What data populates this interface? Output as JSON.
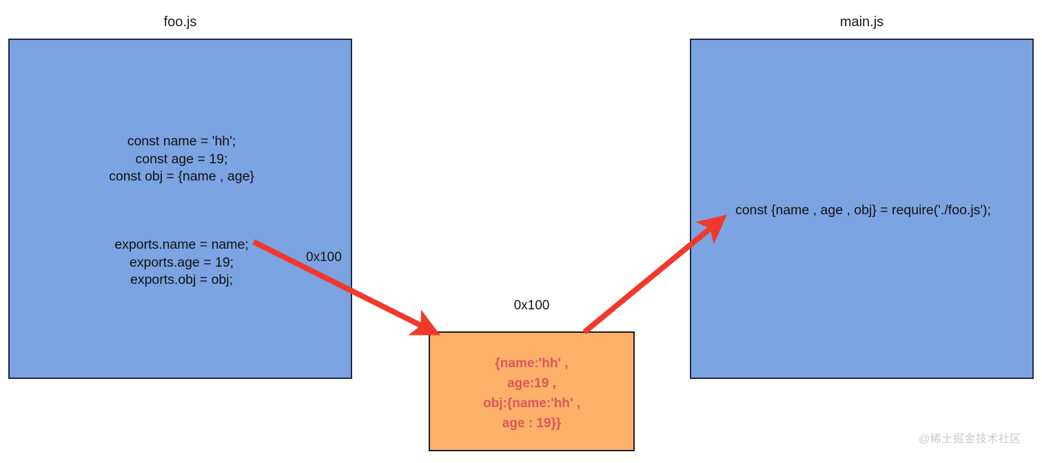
{
  "diagram": {
    "title_left": "foo.js",
    "title_right": "main.js",
    "modules": [
      {
        "name": "foo.js",
        "code_top": "const name = 'hh';\nconst age = 19;\nconst obj = {name , age}",
        "code_bottom": "exports.name = name;\nexports.age = 19;\nexports.obj = obj;"
      },
      {
        "name": "main.js",
        "code": "const {name , age , obj} = require('./foo.js');"
      }
    ],
    "memory": {
      "address_label_top": "0x100",
      "address_label_arrow": "0x100",
      "contents": "{name:'hh' ,\nage:19 ,\nobj:{name:'hh' ,\nage : 19}}"
    },
    "arrows": [
      {
        "id": "exports-to-memory",
        "from": "foo.js exports",
        "to": "memory block"
      },
      {
        "id": "memory-to-require",
        "from": "memory block",
        "to": "main.js require"
      }
    ],
    "watermark": "@稀土掘金技术社区",
    "colors": {
      "module_fill": "#7CA3E2",
      "module_border": "#1F2A44",
      "memory_fill": "#FCB06A",
      "memory_border": "#1A1A1A",
      "arrow": "#F0392B",
      "memory_text": "#D9595C",
      "code_text": "#111111",
      "watermark": "#C9C9C9"
    }
  }
}
